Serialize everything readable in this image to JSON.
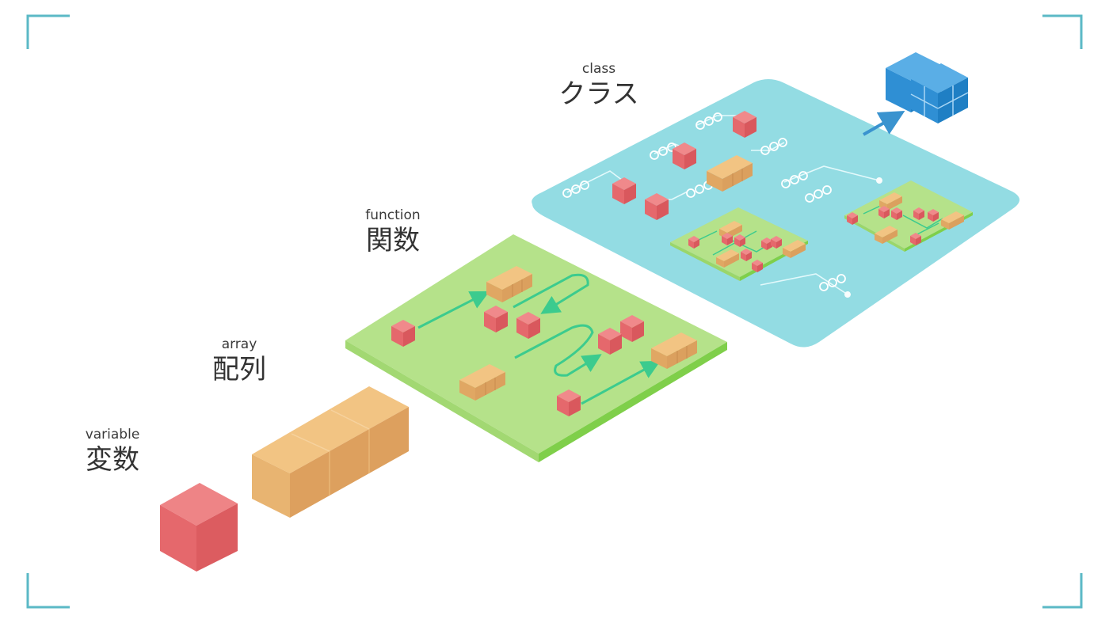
{
  "labels": {
    "variable": {
      "en": "variable",
      "ja": "変数"
    },
    "array": {
      "en": "array",
      "ja": "配列"
    },
    "function": {
      "en": "function",
      "ja": "関数"
    },
    "class": {
      "en": "class",
      "ja": "クラス"
    }
  },
  "colors": {
    "frame": "#5bb9c6",
    "cube_red": "#e5686c",
    "cube_orange": "#e0aa63",
    "board_green": "#b5e28a",
    "board_green_edge": "#7fcf4a",
    "arrow_green": "#3ccb8e",
    "board_blue": "#93dce3",
    "cube_blue": "#2f8fd4",
    "arrow_blue": "#3a93cf"
  }
}
